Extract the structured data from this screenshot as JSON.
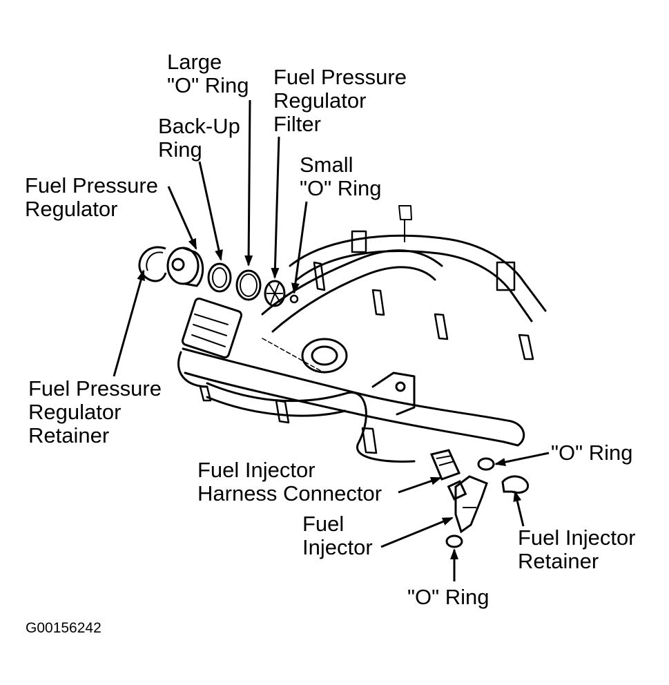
{
  "labels": {
    "large_o_ring": "Large\n\"O\" Ring",
    "fpr_filter": "Fuel Pressure\nRegulator\nFilter",
    "back_up_ring": "Back-Up\nRing",
    "small_o_ring": "Small\n\"O\" Ring",
    "fuel_pressure_regulator": "Fuel Pressure\nRegulator",
    "fpr_retainer": "Fuel Pressure\nRegulator\nRetainer",
    "o_ring_right": "\"O\" Ring",
    "injector_harness_connector": "Fuel Injector\nHarness Connector",
    "fuel_injector": "Fuel\nInjector",
    "injector_retainer": "Fuel Injector\nRetainer",
    "o_ring_bottom": "\"O\" Ring"
  },
  "figure_code": "G00156242"
}
